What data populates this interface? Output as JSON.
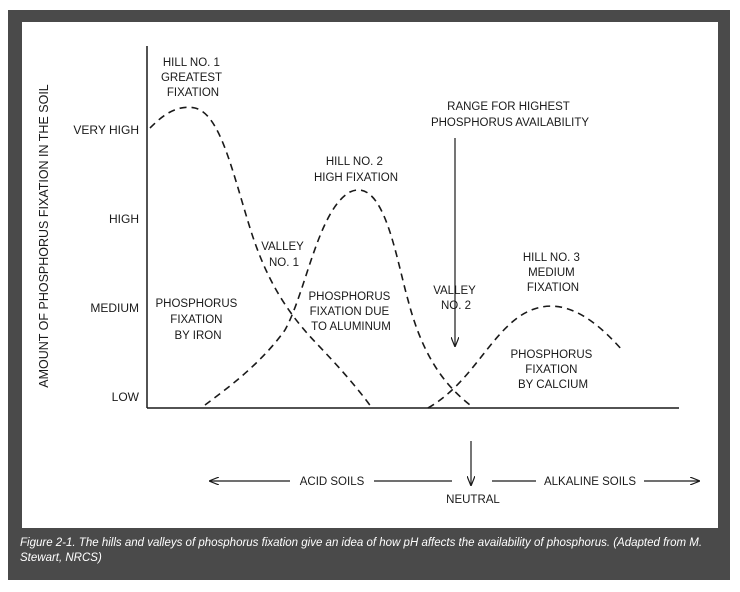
{
  "figure": {
    "caption": "Figure 2-1. The hills and valleys of phosphorus fixation give an idea of how pH affects the availability of phosphorus. (Adapted from M. Stewart, NRCS)"
  },
  "colors": {
    "frame": "#4a4a4a",
    "background": "#ffffff",
    "ink": "#1a1a1a"
  },
  "diagram": {
    "y_axis_label": "AMOUNT OF PHOSPHORUS FIXATION IN THE SOIL",
    "y_ticks": [
      "VERY HIGH",
      "HIGH",
      "MEDIUM",
      "LOW"
    ],
    "labels": {
      "hill1": [
        "HILL NO. 1",
        "GREATEST",
        "FIXATION"
      ],
      "hill2": [
        "HILL NO. 2",
        "HIGH FIXATION"
      ],
      "hill3": [
        "HILL NO. 3",
        "MEDIUM",
        "FIXATION"
      ],
      "valley1": [
        "VALLEY",
        "NO. 1"
      ],
      "valley2": [
        "VALLEY",
        "NO. 2"
      ],
      "range": [
        "RANGE FOR HIGHEST",
        "PHOSPHORUS AVAILABILITY"
      ],
      "iron": [
        "PHOSPHORUS",
        "FIXATION",
        "BY IRON"
      ],
      "aluminum": [
        "PHOSPHORUS",
        "FIXATION DUE",
        "TO ALUMINUM"
      ],
      "calcium": [
        "PHOSPHORUS",
        "FIXATION",
        "BY CALCIUM"
      ]
    },
    "scale": {
      "acid": "ACID SOILS",
      "neutral": "NEUTRAL",
      "alkaline": "ALKALINE SOILS"
    }
  }
}
